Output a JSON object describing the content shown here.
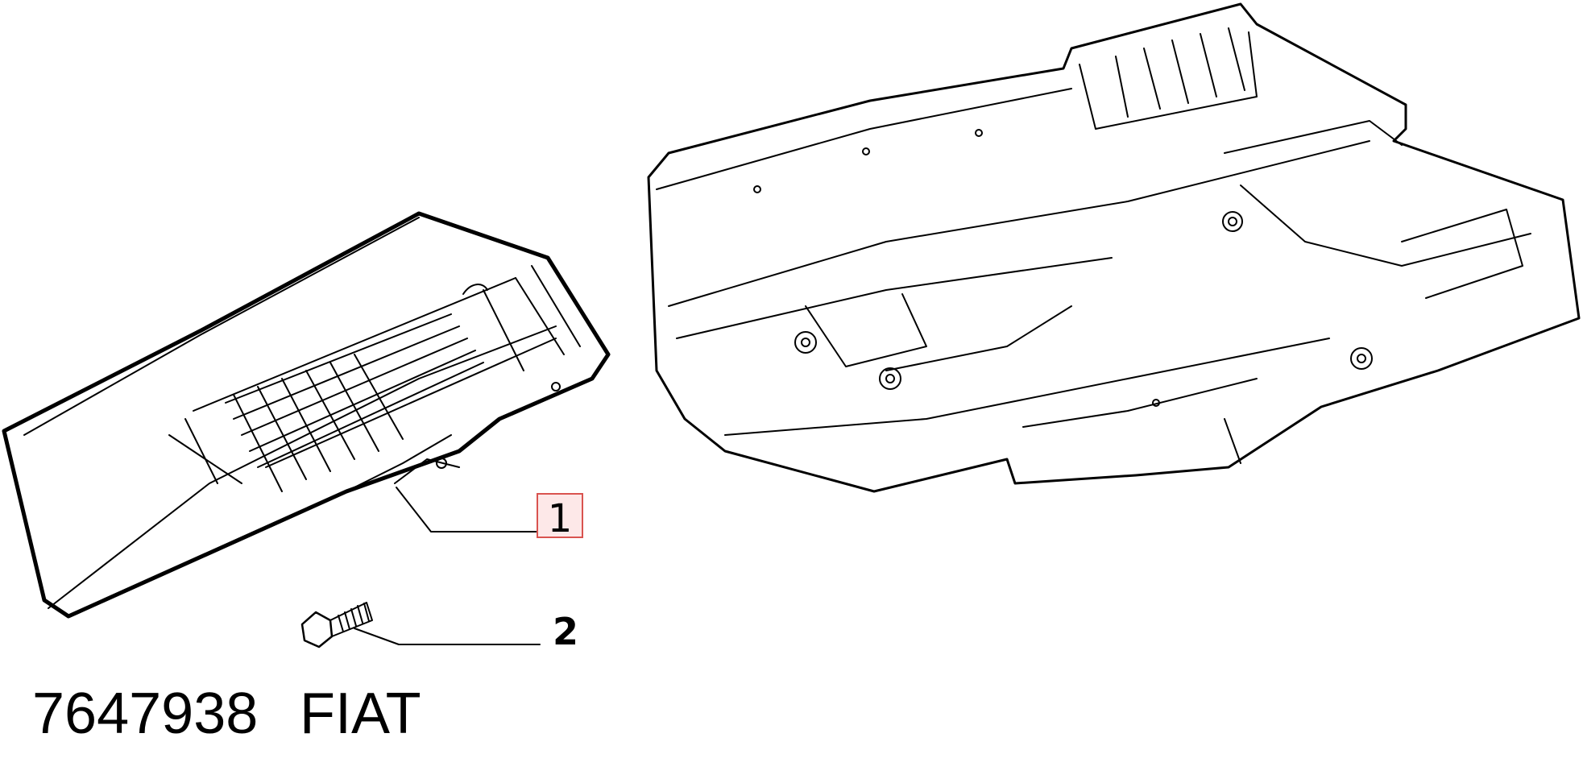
{
  "callouts": [
    {
      "label": "1",
      "highlighted": true
    },
    {
      "label": "2",
      "highlighted": false
    }
  ],
  "footer": {
    "part_number": "7647938",
    "brand": "FIAT"
  },
  "colors": {
    "line": "#000000",
    "background": "#ffffff",
    "highlight_border": "#d9534f",
    "highlight_fill": "#fde8e8"
  }
}
